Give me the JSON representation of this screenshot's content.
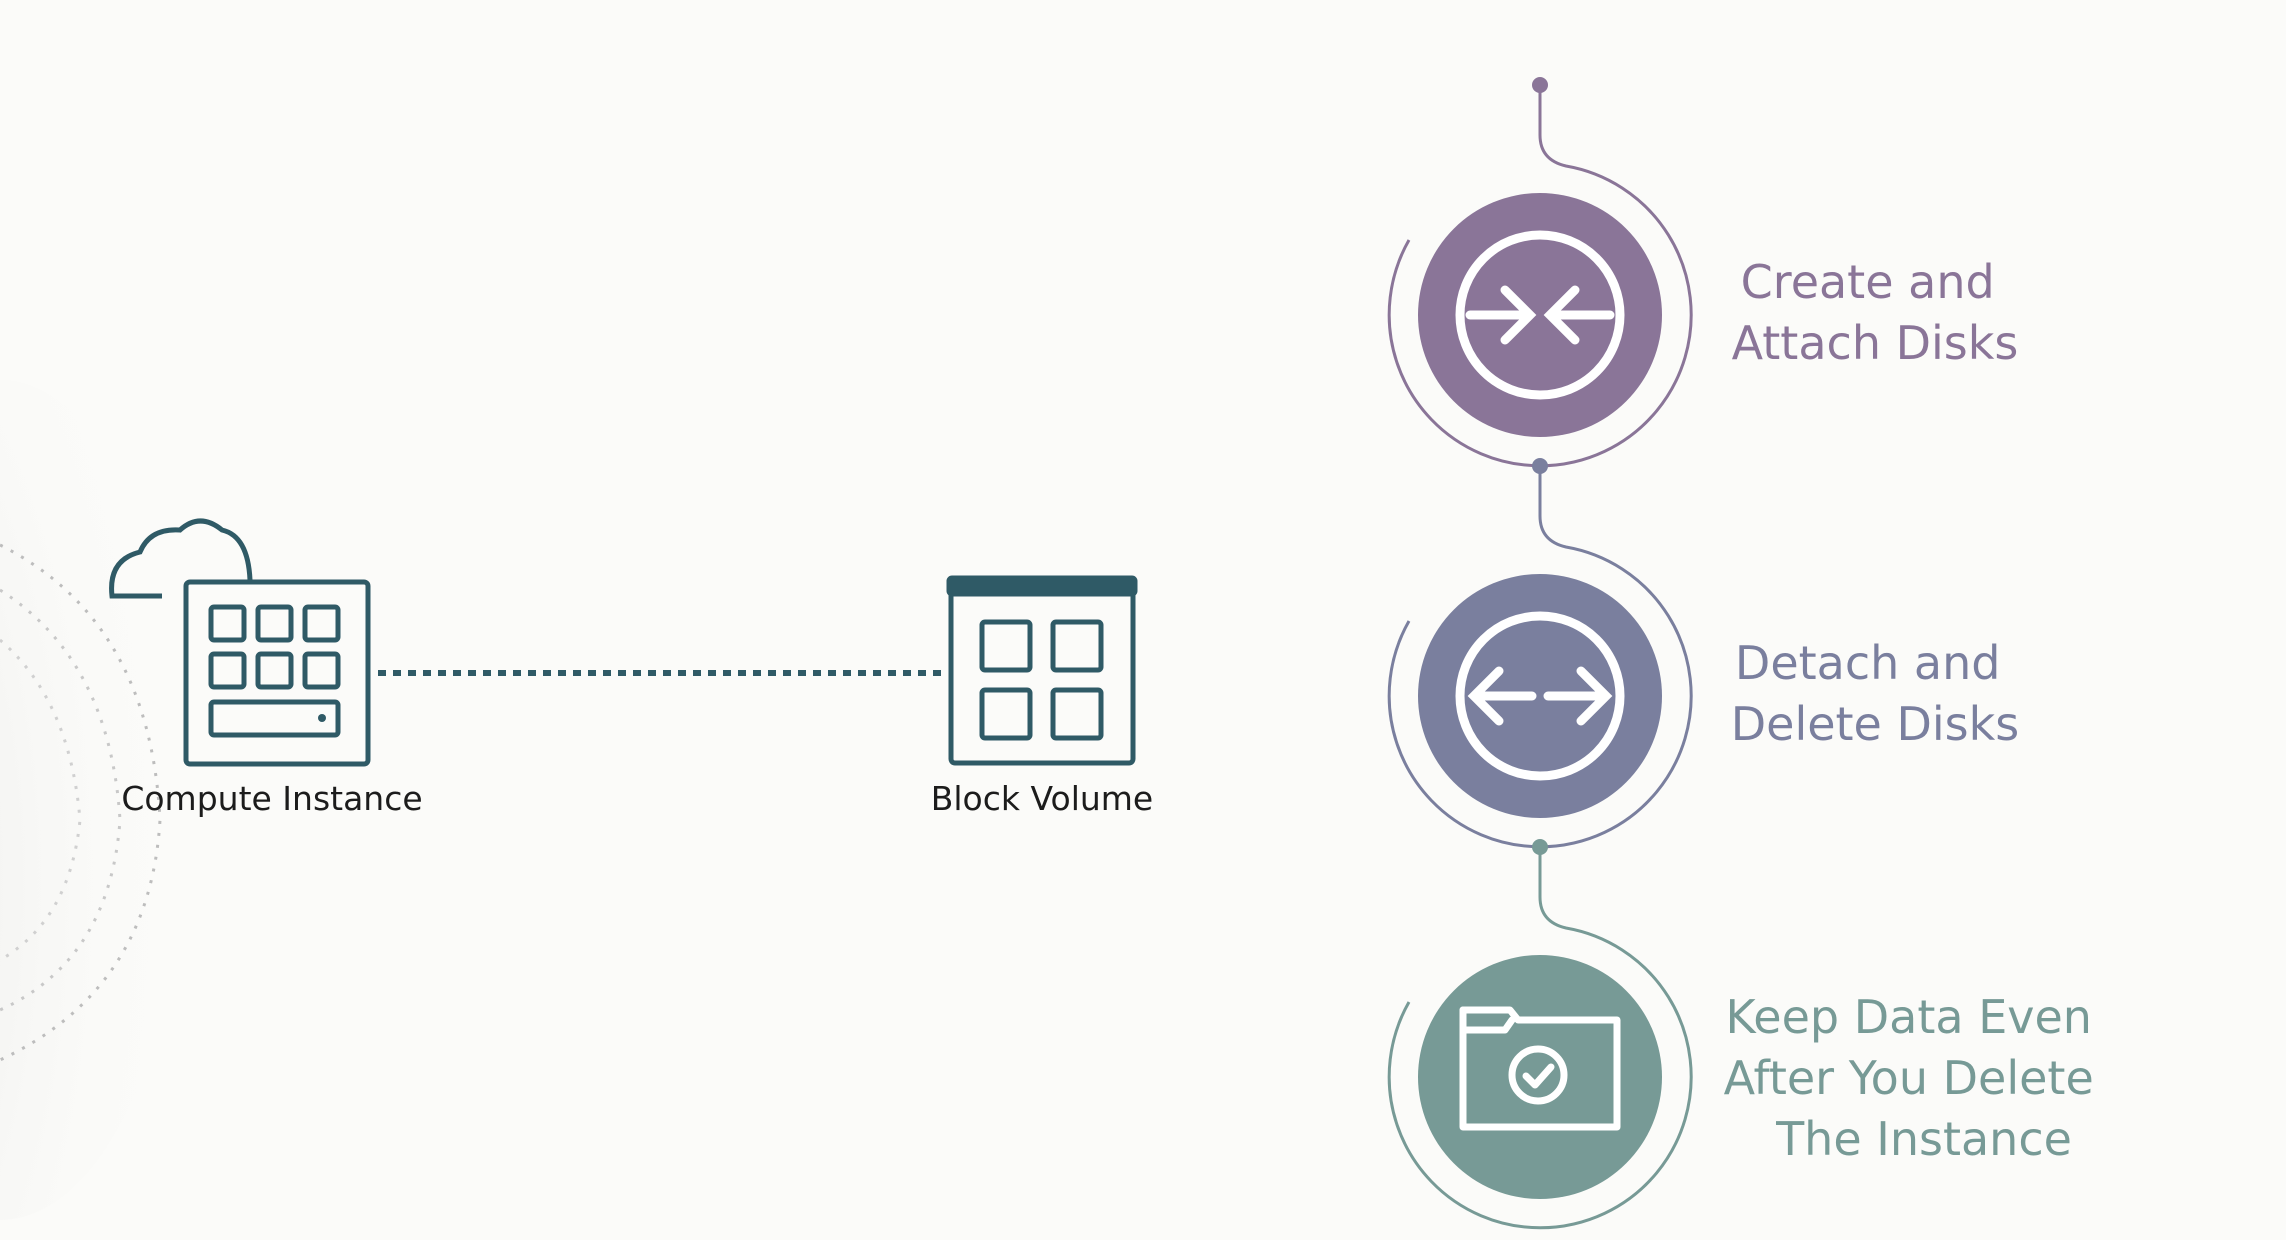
{
  "diagram": {
    "compute_label": "Compute Instance",
    "volume_label": "Block Volume"
  },
  "steps": [
    {
      "lines": [
        "Create and",
        "Attach Disks"
      ],
      "icon": "arrows-converge-icon",
      "color": "#8a7598"
    },
    {
      "lines": [
        "Detach and",
        "Delete Disks"
      ],
      "icon": "arrows-diverge-icon",
      "color": "#7a7f9e"
    },
    {
      "lines": [
        "Keep Data Even",
        "After You Delete",
        "The Instance"
      ],
      "icon": "folder-check-icon",
      "color": "#779a96"
    }
  ],
  "colors": {
    "icon_stroke": "#2f5a66",
    "background": "#fbfbf9"
  }
}
